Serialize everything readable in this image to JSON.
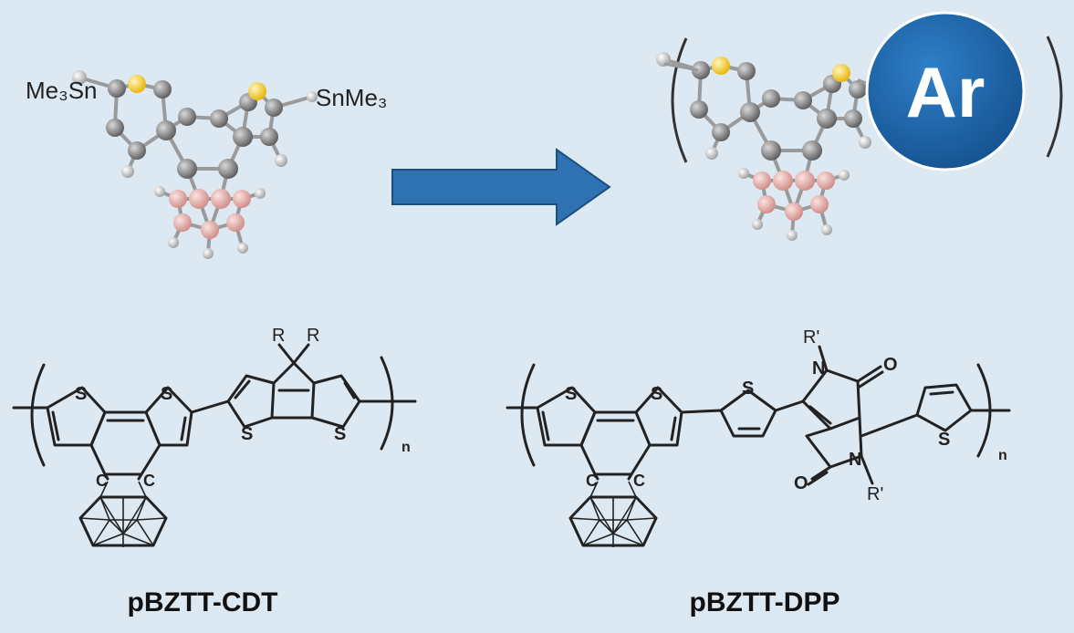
{
  "colors": {
    "background": "#dce9f3",
    "arrow": "#2f72b3",
    "ar_circle": "#1f62a6",
    "sulfur": "#f0c419",
    "carbon": "#7d7d7d",
    "boron": "#e6a9a4",
    "hydrogen": "#e4e4e4"
  },
  "top": {
    "left_sub": "Me₃Sn",
    "right_sub": "SnMe₃",
    "ar_label": "Ar"
  },
  "structures": {
    "atom_s": "S",
    "atom_c": "C",
    "atom_n": "N",
    "atom_o": "O",
    "atom_r": "R",
    "atom_rp": "R'",
    "repeat_n": "n"
  },
  "labels": {
    "left": "pBZTT-CDT",
    "right": "pBZTT-DPP"
  }
}
